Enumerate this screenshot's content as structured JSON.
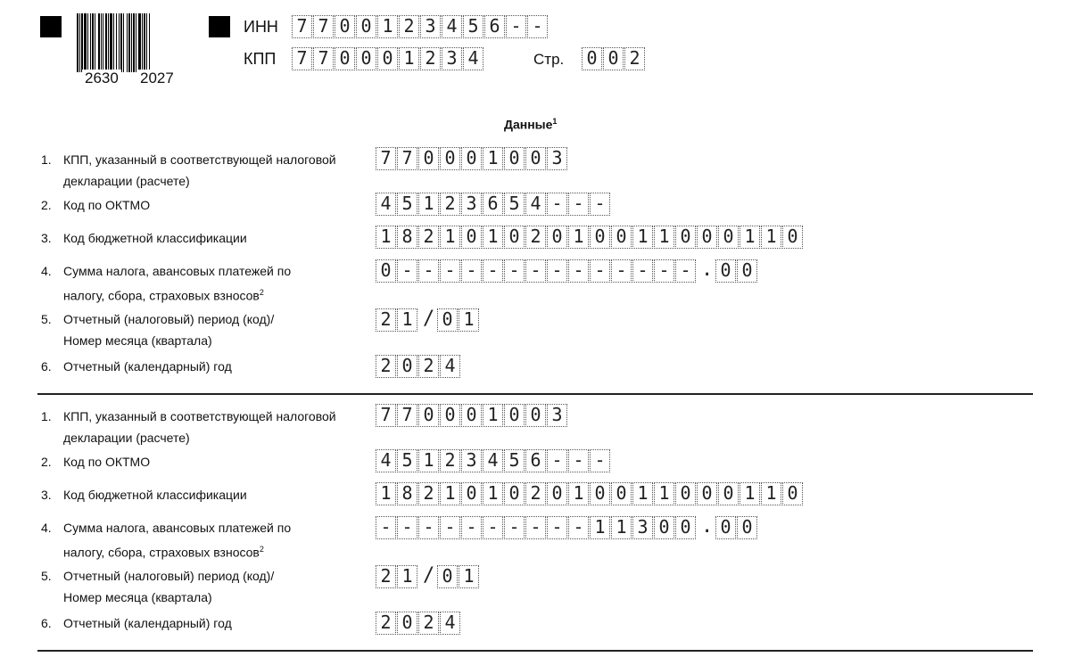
{
  "header": {
    "barcode_left": "2630",
    "barcode_right": "2027",
    "inn_label": "ИНН",
    "inn_cells": [
      "7",
      "7",
      "0",
      "0",
      "1",
      "2",
      "3",
      "4",
      "5",
      "6",
      "-",
      "-"
    ],
    "kpp_label": "КПП",
    "kpp_cells": [
      "7",
      "7",
      "0",
      "0",
      "0",
      "1",
      "2",
      "3",
      "4"
    ],
    "page_label": "Стр.",
    "page_cells": [
      "0",
      "0",
      "2"
    ]
  },
  "section_title": "Данные",
  "section_title_footnote": "1",
  "blocks": [
    {
      "items": [
        {
          "num": "1.",
          "label": "КПП, указанный в соответствующей налоговой декларации (расчете)",
          "footnote": ""
        },
        {
          "num": "2.",
          "label": "Код по ОКТМО",
          "footnote": ""
        },
        {
          "num": "3.",
          "label": "Код бюджетной классификации",
          "footnote": ""
        },
        {
          "num": "4.",
          "label": "Сумма налога, авансовых платежей по налогу, сбора, страховых взносов",
          "footnote": "2"
        },
        {
          "num": "5.",
          "label": "Отчетный (налоговый) период (код)/ Номер месяца (квартала)",
          "footnote": ""
        },
        {
          "num": "6.",
          "label": "Отчетный (календарный) год",
          "footnote": ""
        }
      ],
      "kpp": [
        "7",
        "7",
        "0",
        "0",
        "0",
        "1",
        "0",
        "0",
        "3"
      ],
      "oktmo": [
        "4",
        "5",
        "1",
        "2",
        "3",
        "6",
        "5",
        "4",
        "-",
        "-",
        "-"
      ],
      "kbk": [
        "1",
        "8",
        "2",
        "1",
        "0",
        "1",
        "0",
        "2",
        "0",
        "1",
        "0",
        "0",
        "1",
        "1",
        "0",
        "0",
        "0",
        "1",
        "1",
        "0"
      ],
      "sum_int": [
        "0",
        "-",
        "-",
        "-",
        "-",
        "-",
        "-",
        "-",
        "-",
        "-",
        "-",
        "-",
        "-",
        "-",
        "-"
      ],
      "sum_sep": ".",
      "sum_frac": [
        "0",
        "0"
      ],
      "period_code": [
        "2",
        "1"
      ],
      "period_sep": "/",
      "period_num": [
        "0",
        "1"
      ],
      "year": [
        "2",
        "0",
        "2",
        "4"
      ]
    },
    {
      "items": [
        {
          "num": "1.",
          "label": "КПП, указанный в соответствующей налоговой декларации (расчете)",
          "footnote": ""
        },
        {
          "num": "2.",
          "label": "Код по ОКТМО",
          "footnote": ""
        },
        {
          "num": "3.",
          "label": "Код бюджетной классификации",
          "footnote": ""
        },
        {
          "num": "4.",
          "label": "Сумма налога, авансовых платежей по налогу, сбора, страховых взносов",
          "footnote": "2"
        },
        {
          "num": "5.",
          "label": "Отчетный (налоговый) период (код)/ Номер месяца (квартала)",
          "footnote": ""
        },
        {
          "num": "6.",
          "label": "Отчетный (календарный) год",
          "footnote": ""
        }
      ],
      "kpp": [
        "7",
        "7",
        "0",
        "0",
        "0",
        "1",
        "0",
        "0",
        "3"
      ],
      "oktmo": [
        "4",
        "5",
        "1",
        "2",
        "3",
        "4",
        "5",
        "6",
        "-",
        "-",
        "-"
      ],
      "kbk": [
        "1",
        "8",
        "2",
        "1",
        "0",
        "1",
        "0",
        "2",
        "0",
        "1",
        "0",
        "0",
        "1",
        "1",
        "0",
        "0",
        "0",
        "1",
        "1",
        "0"
      ],
      "sum_int": [
        "-",
        "-",
        "-",
        "-",
        "-",
        "-",
        "-",
        "-",
        "-",
        "-",
        "1",
        "1",
        "3",
        "0",
        "0"
      ],
      "sum_sep": ".",
      "sum_frac": [
        "0",
        "0"
      ],
      "period_code": [
        "2",
        "1"
      ],
      "period_sep": "/",
      "period_num": [
        "0",
        "1"
      ],
      "year": [
        "2",
        "0",
        "2",
        "4"
      ]
    }
  ]
}
